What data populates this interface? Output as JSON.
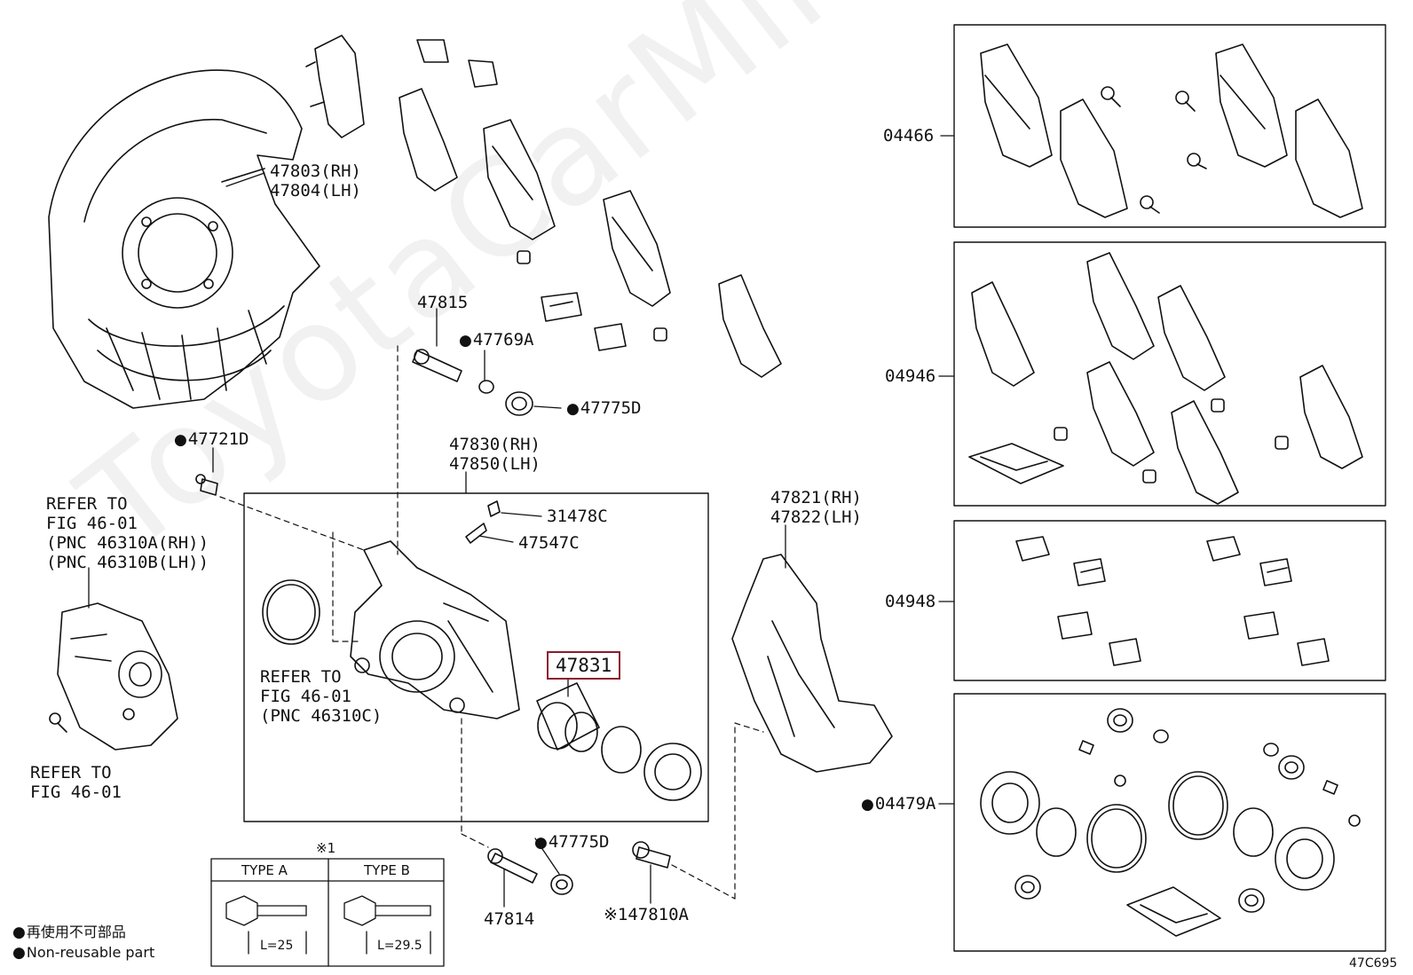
{
  "watermark": "ToyotaCarMine.ru",
  "figure_code": "47C695",
  "labels": {
    "p47803": "47803(RH)",
    "p47804": "47804(LH)",
    "p47815": "47815",
    "p47769A": "47769A",
    "p47775D_top": "47775D",
    "p47721D": "47721D",
    "p47830": "47830(RH)",
    "p47850": "47850(LH)",
    "p31478C": "31478C",
    "p47547C": "47547C",
    "p47821": "47821(RH)",
    "p47822": "47822(LH)",
    "p47831": "47831",
    "p47775D_bot": "47775D",
    "p47814": "47814",
    "p47810A": "※147810A",
    "p04466": "04466",
    "p04946": "04946",
    "p04948": "04948",
    "p04479A": "04479A"
  },
  "refer_left": [
    "REFER TO",
    "FIG 46-01",
    "(PNC 46310A(RH))",
    "(PNC 46310B(LH))"
  ],
  "refer_bottom_left": [
    "REFER TO",
    "FIG 46-01"
  ],
  "refer_center": [
    "REFER TO",
    "FIG 46-01",
    "(PNC 46310C)"
  ],
  "type_table": {
    "note": "※1",
    "type_a": "TYPE A",
    "type_b": "TYPE B",
    "len_a": "L=25",
    "len_b": "L=29.5"
  },
  "legend": {
    "jp": "再使用不可部品",
    "en": "Non-reusable part"
  },
  "colors": {
    "highlight": "#8b1a2e",
    "line": "#111111"
  }
}
